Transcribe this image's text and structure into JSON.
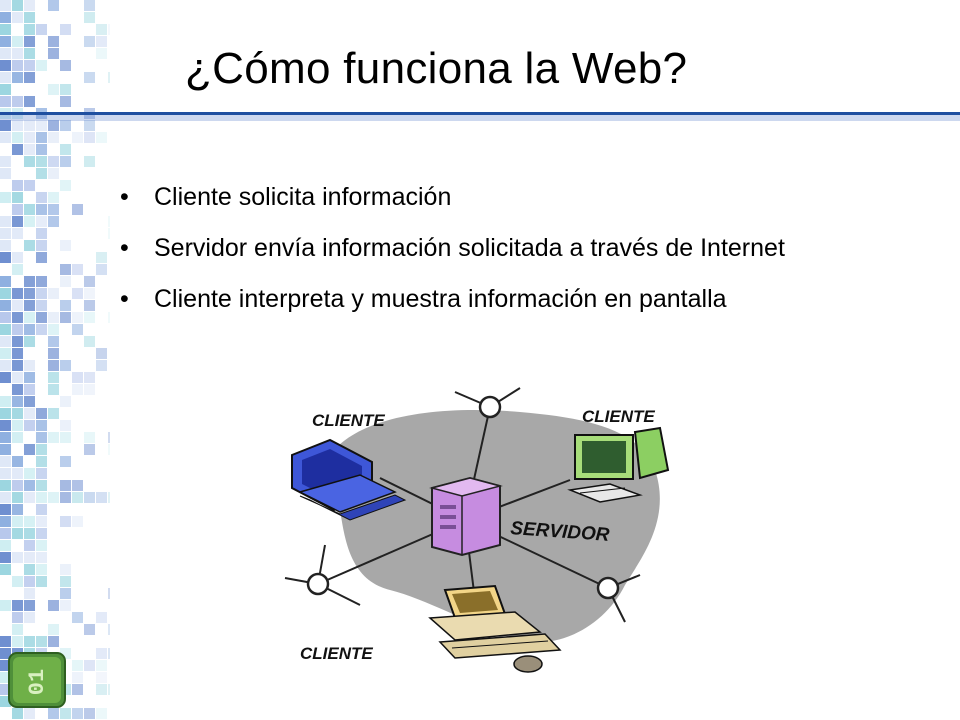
{
  "slide": {
    "title": "¿Cómo funciona la Web?",
    "bullet_glyph": "•",
    "bullets": [
      "Cliente solicita información",
      "Servidor envía información solicitada a través de Internet",
      "Cliente interpreta y muestra información en pantalla"
    ]
  },
  "illustration": {
    "server_label": "SERVIDOR",
    "client_labels": [
      "CLIENTE",
      "CLIENTE",
      "CLIENTE"
    ]
  },
  "badge": {
    "text": "01"
  },
  "theme": {
    "accent": "#1f4fa0",
    "mosaic_blue": "#6f8fd0",
    "mosaic_cyan": "#9cd6e0",
    "blob_gray": "#a8a8a8",
    "server_purple": "#c68ce0"
  }
}
